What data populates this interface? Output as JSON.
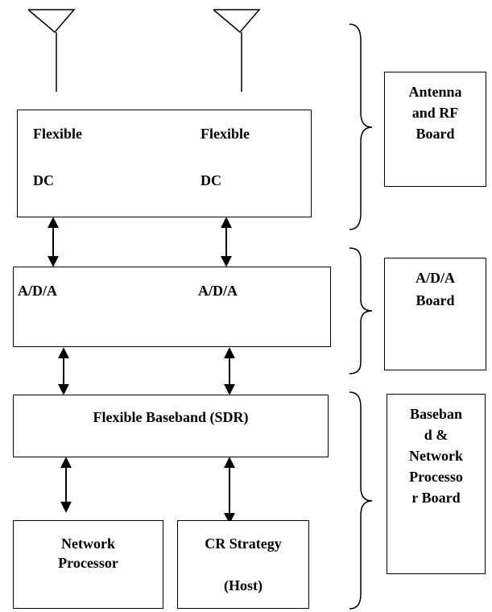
{
  "rf_block": {
    "left_label_1": "Flexible",
    "left_label_2": "DC",
    "right_label_1": "Flexible",
    "right_label_2": "DC"
  },
  "ada_block": {
    "left_label": "A/D/A",
    "right_label": "A/D/A"
  },
  "baseband_block": {
    "label": "Flexible Baseband (SDR)"
  },
  "network_processor": {
    "line_1": "Network",
    "line_2": "Processor"
  },
  "cr_strategy": {
    "line_1": "CR Strategy",
    "line_2": "(Host)"
  },
  "side_labels": {
    "antenna_rf": [
      "Antenna",
      "and  RF",
      "Board"
    ],
    "ada_board": [
      "A/D/A",
      "Board"
    ],
    "baseband_network": [
      "Baseban",
      "d &",
      "Network",
      "Processo",
      "r Board"
    ]
  }
}
